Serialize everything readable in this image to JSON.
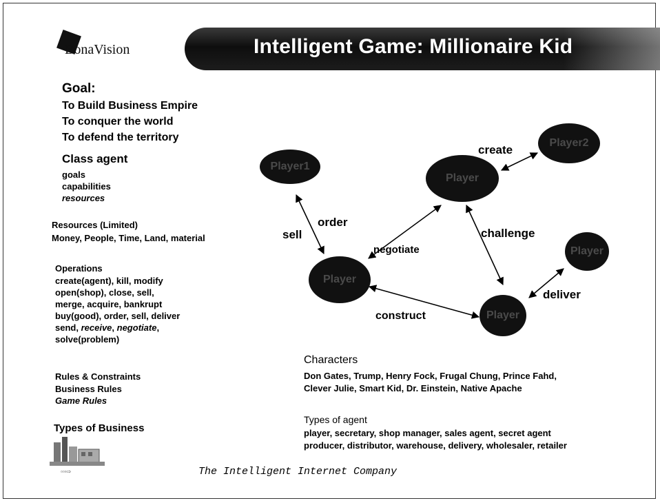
{
  "logo": {
    "text": "BonaVision"
  },
  "banner": {
    "title": "Intelligent Game: Millionaire Kid"
  },
  "goal": {
    "heading": "Goal:",
    "items": [
      "To Build Business Empire",
      "To conquer the world",
      "To defend the territory"
    ]
  },
  "class_agent": {
    "heading": "Class agent",
    "items": [
      "goals",
      "capabilities"
    ],
    "italic_item": "resources"
  },
  "resources": {
    "heading": "Resources (Limited)",
    "text": "Money, People, Time, Land, material"
  },
  "operations": {
    "heading": "Operations",
    "lines": [
      "create(agent), kill, modify",
      "open(shop), close, sell,",
      "merge, acquire, bankrupt",
      "buy(good), order, sell, deliver"
    ],
    "line5": {
      "a": "send, ",
      "b": "receive",
      "c": ", ",
      "d": "negotiate",
      "e": ","
    },
    "line6": "solve(problem)"
  },
  "rules": {
    "heading": "Rules & Constraints",
    "items": [
      "Business Rules",
      "Game Rules"
    ]
  },
  "types_of_business": {
    "heading": "Types of Business"
  },
  "diagram": {
    "nodes": [
      "Player1",
      "Player",
      "Player2",
      "Player",
      "Player",
      "Player"
    ],
    "edges": [
      "create",
      "order",
      "sell",
      "challenge",
      "negotiate",
      "deliver",
      "construct"
    ]
  },
  "characters": {
    "heading": "Characters",
    "lines": [
      "Don Gates, Trump, Henry Fock, Frugal Chung, Prince Fahd,",
      "Clever Julie, Smart Kid, Dr. Einstein, Native Apache"
    ]
  },
  "types_of_agent": {
    "heading": "Types of agent",
    "lines": [
      "player, secretary, shop manager, sales agent, secret agent",
      "producer, distributor, warehouse, delivery, wholesaler, retailer"
    ]
  },
  "footer": {
    "text": "The Intelligent Internet Company"
  },
  "colors": {
    "ink": "#111111",
    "banner": "#1a1a1a",
    "node": "#111111"
  }
}
